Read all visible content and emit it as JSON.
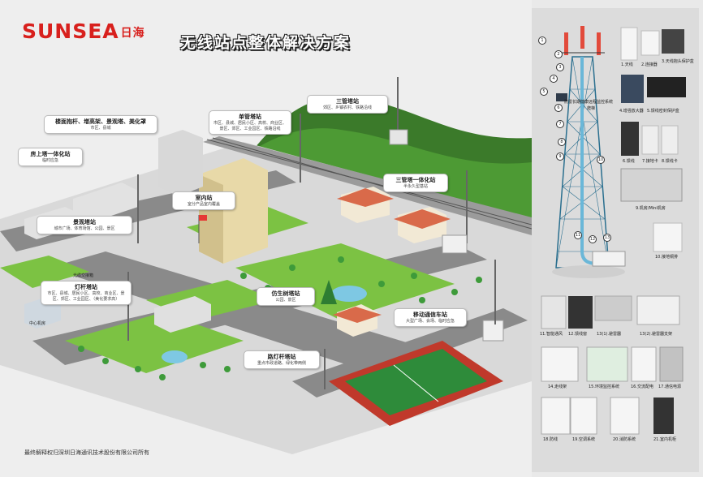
{
  "logo": {
    "brand": "SUNSEA",
    "cn": "日海"
  },
  "title": "无线站点整体解决方案",
  "footer": "最终解释权归深圳日海通讯技术股份有限公司所有",
  "callouts": {
    "building_top": {
      "title": "楼面抱杆、增高架、景观塔、美化罩",
      "desc": "市区、县城"
    },
    "roof_tower": {
      "title": "房上塔一体化站",
      "desc": "临时应急"
    },
    "single_tube": {
      "title": "单管塔站",
      "desc": "市区、县城、居民小区、高校、商业区、景区、郊区、工业园区、铁路沿线"
    },
    "three_tube": {
      "title": "三管塔站",
      "desc": "郊区、乡镇农村、铁路沿线"
    },
    "three_tube_integrated": {
      "title": "三管塔一体化站",
      "desc": "半永久型基站"
    },
    "indoor": {
      "title": "室内站",
      "desc": "室分产品室内覆盖"
    },
    "landscape_tower": {
      "title": "景观塔站",
      "desc": "城市广场、体育场馆、公园、景区"
    },
    "lamp_pole": {
      "title": "灯杆塔站",
      "desc": "市区、县城、居民小区、高校、商业区、景区、郊区、工业园区、（美化要求高）"
    },
    "fake_tree": {
      "title": "仿生树塔站",
      "desc": "公园、景区"
    },
    "mobile": {
      "title": "移动通信车站",
      "desc": "大型广场、会场、临时应急"
    },
    "street_lamp": {
      "title": "路灯杆塔站",
      "desc": "重点市政道路、绿化带两侧"
    }
  },
  "small_labels": {
    "outdoor_cabinet": "光缆交接箱",
    "center_room": "中心机房"
  },
  "tower_labels": {
    "monitor": "防雷长期健康远程监控系统",
    "ladder": "爬梯"
  },
  "equipment": [
    {
      "n": "1.天线"
    },
    {
      "n": "2.连接器"
    },
    {
      "n": "3.天线抱头保护盒"
    },
    {
      "n": "4.增强放大器"
    },
    {
      "n": "5.馈线密封保护盒"
    },
    {
      "n": "6.馈线"
    },
    {
      "n": "7.接地卡"
    },
    {
      "n": "8.馈线卡"
    },
    {
      "n": "9.机房/Mini机房"
    },
    {
      "n": "10.接地铜排"
    },
    {
      "n": "11.智能通风"
    },
    {
      "n": "12.馈线窗"
    },
    {
      "n": "13(1).避雷器"
    },
    {
      "n": "13(2).避雷器支架"
    },
    {
      "n": "14.走线架"
    },
    {
      "n": "15.环境监控系统"
    },
    {
      "n": "16.交流配电"
    },
    {
      "n": "17.通信电源"
    },
    {
      "n": "18.防线"
    },
    {
      "n": "19.空调系统"
    },
    {
      "n": "20.消防系统"
    },
    {
      "n": "21.室内机柜"
    }
  ],
  "tower_numbers": [
    "1",
    "2",
    "3",
    "4",
    "5",
    "6",
    "7",
    "8",
    "9",
    "10",
    "11",
    "12",
    "13"
  ],
  "colors": {
    "brand_red": "#d8201d",
    "grass": "#7cc243",
    "road": "#8a8a8a",
    "hill": "#3b7a2a",
    "track": "#c0392b",
    "field": "#2e8b3a"
  }
}
